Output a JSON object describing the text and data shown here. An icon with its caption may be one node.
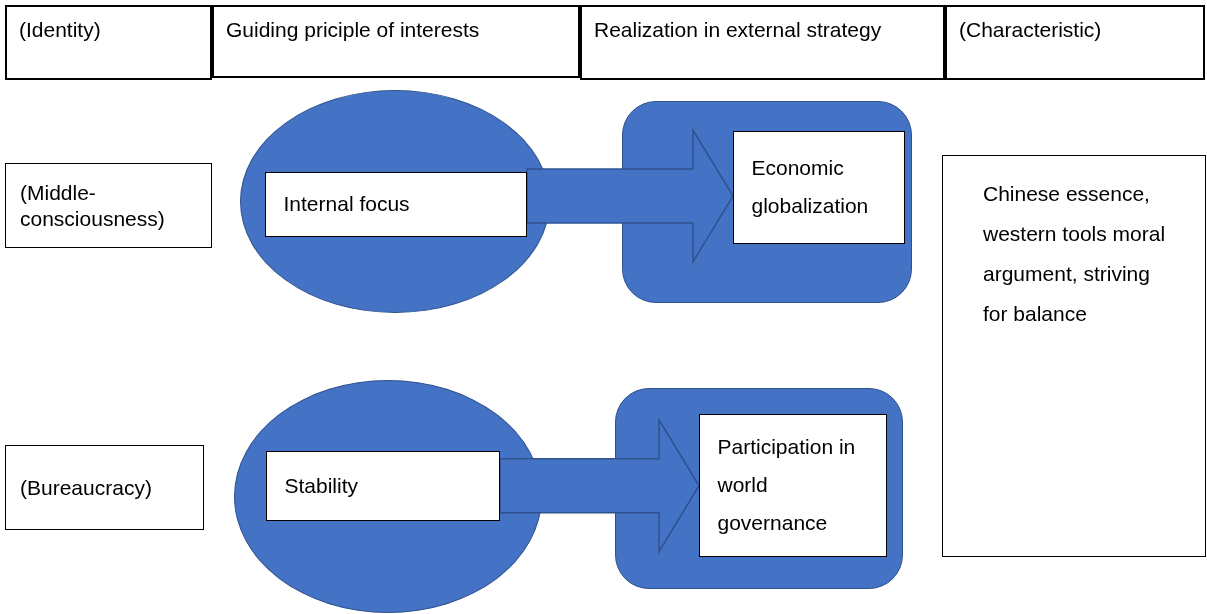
{
  "diagram": {
    "nodes": [
      {
        "text": [
          "(Identity)"
        ]
      },
      {
        "text": [
          "Guiding priciple of interests"
        ]
      },
      {
        "text": [
          "Realization in external strategy"
        ]
      },
      {
        "text": [
          "(Characteristic)"
        ]
      },
      {
        "text": [
          "(Middle- consciousness)"
        ]
      },
      {
        "text": [],
        "shape": "ellipse"
      },
      {
        "text": [
          "Internal focus"
        ],
        "in": 5
      },
      {
        "text": [],
        "shape": "box"
      },
      {
        "text": [
          "Economic globalization"
        ],
        "in": 7
      },
      {
        "text": [
          "Chinese essence, western tools moral argument, striving for balance"
        ]
      },
      {
        "text": [
          "(Bureaucracy)"
        ]
      },
      {
        "text": [],
        "shape": "ellipse"
      },
      {
        "text": [
          "Stability"
        ],
        "in": 11
      },
      {
        "text": [],
        "shape": "box"
      },
      {
        "text": [
          "Participation in world governance"
        ],
        "in": 13
      }
    ],
    "edges": [
      {
        "from": 6,
        "to": 8,
        "arrow": "to",
        "style": "thick"
      },
      {
        "from": 12,
        "to": 14,
        "arrow": "to",
        "style": "thick"
      }
    ]
  }
}
